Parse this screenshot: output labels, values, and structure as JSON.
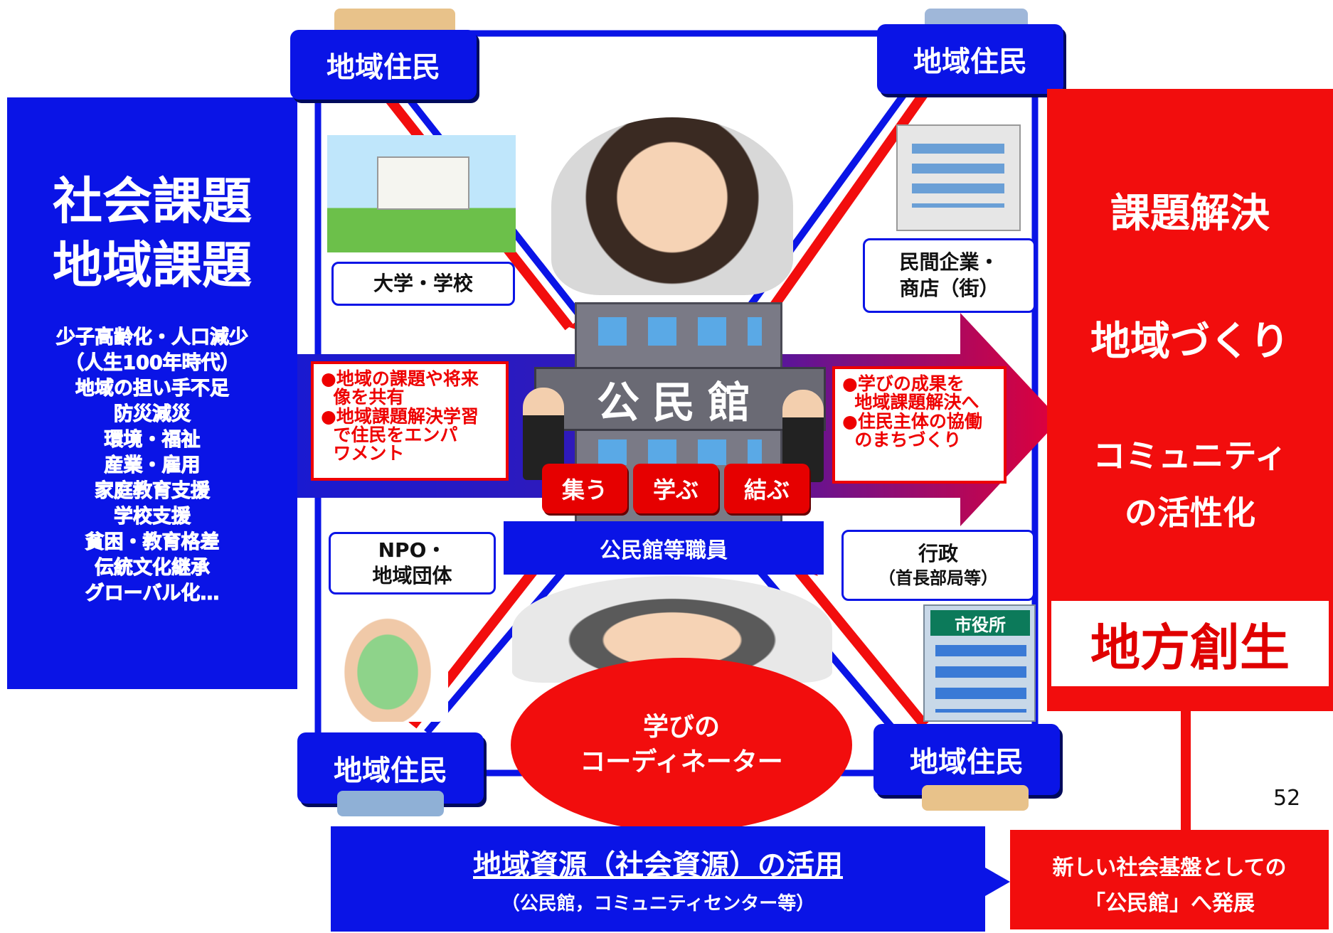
{
  "left_panel": {
    "title_lines": [
      "社会課題",
      "地域課題"
    ],
    "issues": [
      "少子高齢化・人口減少",
      "（人生100年時代）",
      "地域の担い手不足",
      "防災減災",
      "環境・福祉",
      "産業・雇用",
      "家庭教育支援",
      "学校支援",
      "貧困・教育格差",
      "伝統文化継承",
      "グローバル化…"
    ]
  },
  "residents": {
    "top_left": "地域住民",
    "top_right": "地域住民",
    "bottom_left": "地域住民",
    "bottom_right": "地域住民"
  },
  "stakeholders": {
    "university": "大学・学校",
    "companies_line1": "民間企業・",
    "companies_line2": "商店（街）",
    "npo_line1": "NPO・",
    "npo_line2": "地域団体",
    "government_line1": "行政",
    "government_line2": "（首長部局等）"
  },
  "center": {
    "building_sign": "公民館",
    "verbs": [
      "集う",
      "学ぶ",
      "結ぶ"
    ],
    "staff_label": "公民館等職員",
    "coordinator_line1": "学びの",
    "coordinator_line2": "コーディネーター",
    "city_hall_sign": "市役所"
  },
  "left_note": {
    "lines": [
      "●地域の課題や将来",
      "  像を共有",
      "●地域課題解決学習",
      "  で住民をエンパ",
      "  ワメント"
    ]
  },
  "right_note": {
    "lines": [
      "●学びの成果を",
      "  地域課題解決へ",
      "●住民主体の協働",
      "  のまちづくり"
    ]
  },
  "right_panel": {
    "line1": "課題解決",
    "line2": "地域づくり",
    "line3": "コミュニティ",
    "line4": "の活性化",
    "highlight": "地方創生"
  },
  "bottom": {
    "resources_title": "地域資源（社会資源）の活用",
    "resources_sub": "（公民館，コミュニティセンター等）",
    "new_foundation_line1": "新しい社会基盤としての",
    "new_foundation_line2": "「公民館」へ発展"
  },
  "page_number": "52",
  "colors": {
    "blue": "#0a14e6",
    "red": "#f20d0d",
    "dark_red": "#e00000"
  }
}
